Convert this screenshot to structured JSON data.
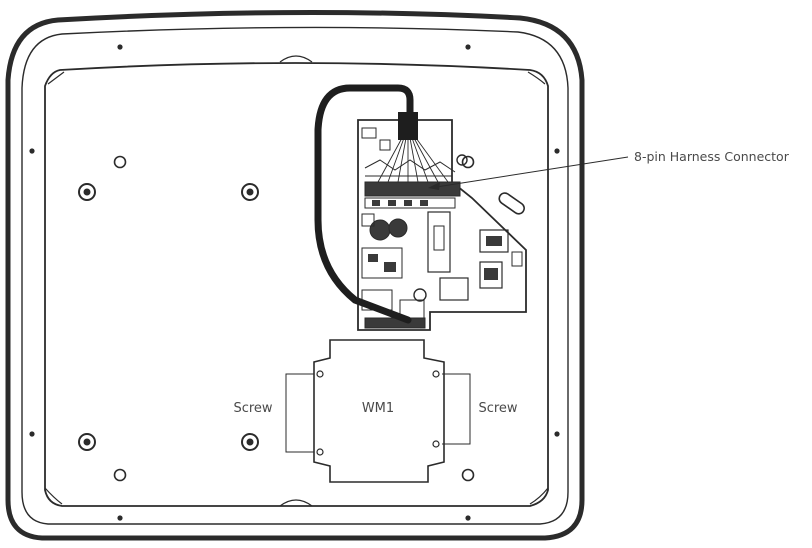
{
  "labels": {
    "harness_connector": "8-pin Harness Connector",
    "module": "WM1",
    "screw_left": "Screw",
    "screw_right": "Screw"
  },
  "colors": {
    "outline": "#2b2b2b",
    "board": "#3a3a3a",
    "cable": "#1e1e1e",
    "text": "#4a4a4a"
  }
}
